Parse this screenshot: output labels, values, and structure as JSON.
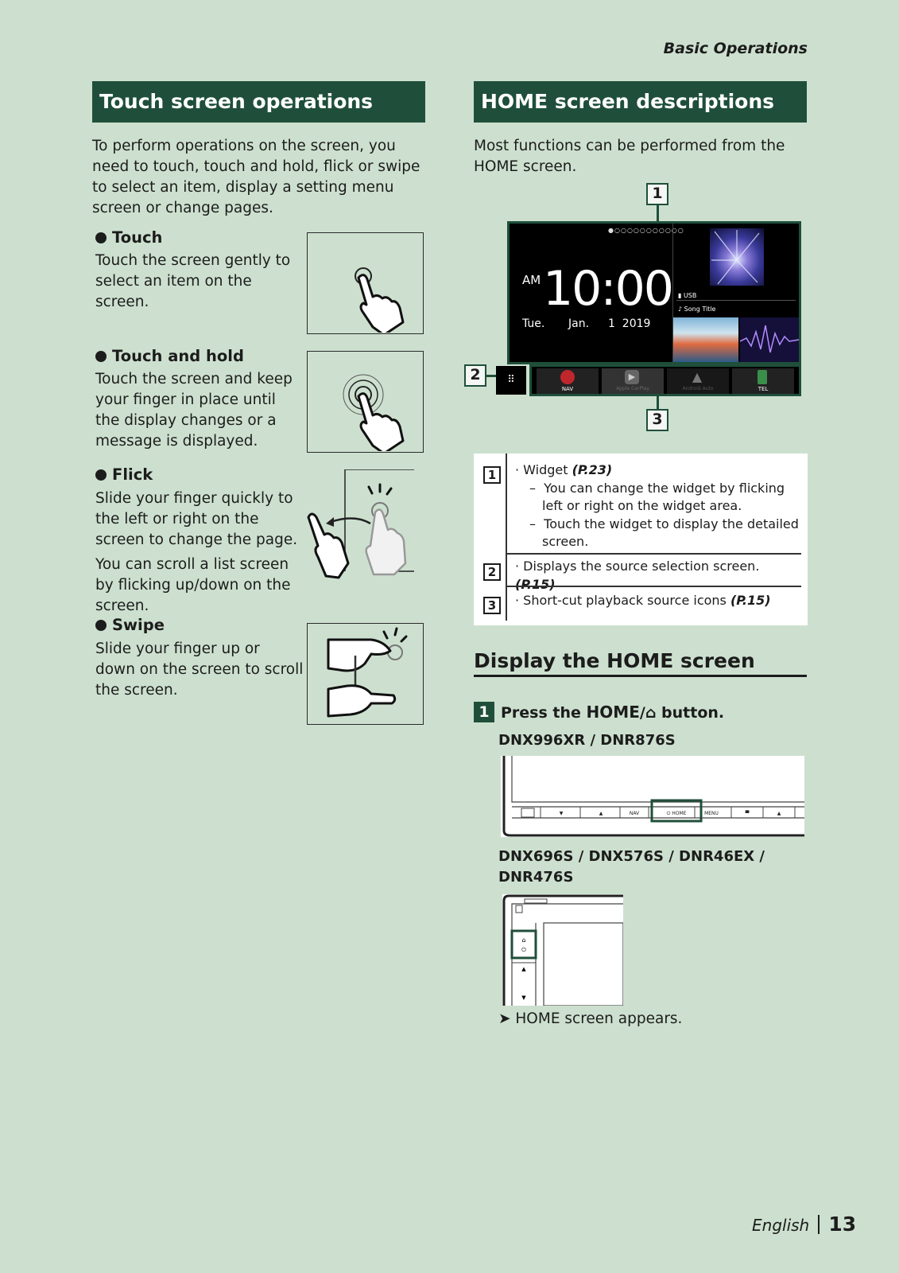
{
  "header": {
    "section": "Basic Operations"
  },
  "left": {
    "title": "Touch screen operations",
    "intro": "To perform operations on the screen, you need to touch, touch and hold, flick or swipe to select an item, display a setting menu screen or change pages.",
    "gestures": [
      {
        "name": "Touch",
        "desc": "Touch the screen gently to select an item on the screen."
      },
      {
        "name": "Touch and hold",
        "desc": "Touch the screen and keep your finger in place until the display changes or a message is displayed."
      },
      {
        "name": "Flick",
        "desc": "Slide your finger quickly to the left or right on the screen to change the page.",
        "desc2": "You can scroll a list screen by flicking up/down on the screen."
      },
      {
        "name": "Swipe",
        "desc": "Slide your finger up or down on the screen to scroll the screen."
      }
    ]
  },
  "right": {
    "title": "HOME screen descriptions",
    "intro": "Most functions can be performed from the HOME screen.",
    "home_screen": {
      "am": "AM",
      "time": "10:00",
      "day": "Tue.",
      "month": "Jan.",
      "date": "1  2019",
      "source": "USB",
      "song": "Song Title",
      "sources": [
        "NAV",
        "Apple CarPlay",
        "Android Auto",
        "TEL"
      ]
    },
    "callouts": [
      "1",
      "2",
      "3"
    ],
    "table": [
      {
        "num": "1",
        "line": "Widget",
        "ref": "(P.23)",
        "subs": [
          "You can change the widget by flicking left or right on the widget area.",
          "Touch the widget to display the detailed screen."
        ]
      },
      {
        "num": "2",
        "line": "Displays the source selection screen.",
        "ref": "(P.15)",
        "subs": []
      },
      {
        "num": "3",
        "line": "Short-cut playback source icons",
        "ref": "(P.15)",
        "subs": []
      }
    ],
    "display_title": "Display the HOME screen",
    "step": {
      "num": "1",
      "pre": "Press the",
      "home": "HOME",
      "slash": "/",
      "post": "button."
    },
    "model1": "DNX996XR / DNR876S",
    "model1_buttons": [
      "NAV",
      "HOME",
      "MENU"
    ],
    "model2_line1": "DNX696S / DNX576S / DNR46EX /",
    "model2_line2": "DNR476S",
    "result": "HOME screen appears."
  },
  "footer": {
    "language": "English",
    "page": "13"
  },
  "colors": {
    "section_bar": "#1f4f3a",
    "page_bg": "#cde0cf",
    "highlight": "#1f4f3a"
  }
}
